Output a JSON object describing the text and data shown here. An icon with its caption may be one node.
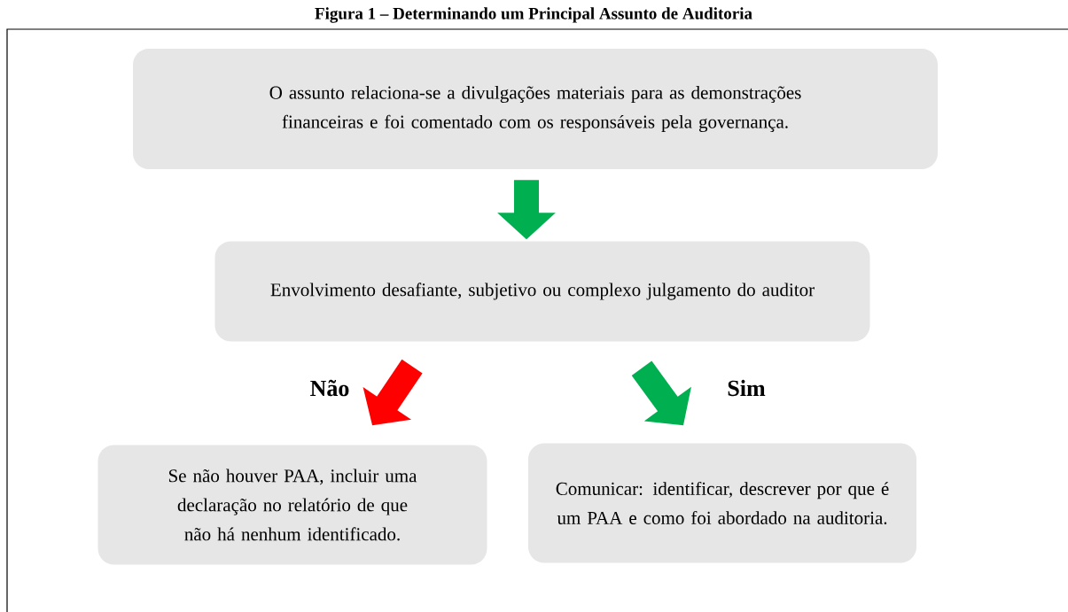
{
  "diagram": {
    "title": "Figura 1 – Determinando um Principal Assunto de Auditoria",
    "nodes": [
      {
        "text": [
          "O assunto relaciona-se a divulgações materiais para as demonstrações financeiras e foi comentado com os responsáveis pela governança."
        ]
      },
      {
        "text": [
          "Envolvimento desafiante, subjetivo ou complexo julgamento do auditor"
        ]
      },
      {
        "text": [
          "Se não houver PAA, incluir uma declaração no relatório de que não há nenhum identificado."
        ]
      },
      {
        "text": [
          "Comunicar: identificar, descrever por que é um PAA e como foi abordado na auditoria."
        ]
      }
    ],
    "edges": [
      {
        "from": 0,
        "to": 1,
        "arrow": "to"
      },
      {
        "from": 1,
        "to": 2,
        "arrow": "to",
        "label": "Não",
        "color": "#ff0000"
      },
      {
        "from": 1,
        "to": 3,
        "arrow": "to",
        "label": "Sim"
      }
    ]
  }
}
